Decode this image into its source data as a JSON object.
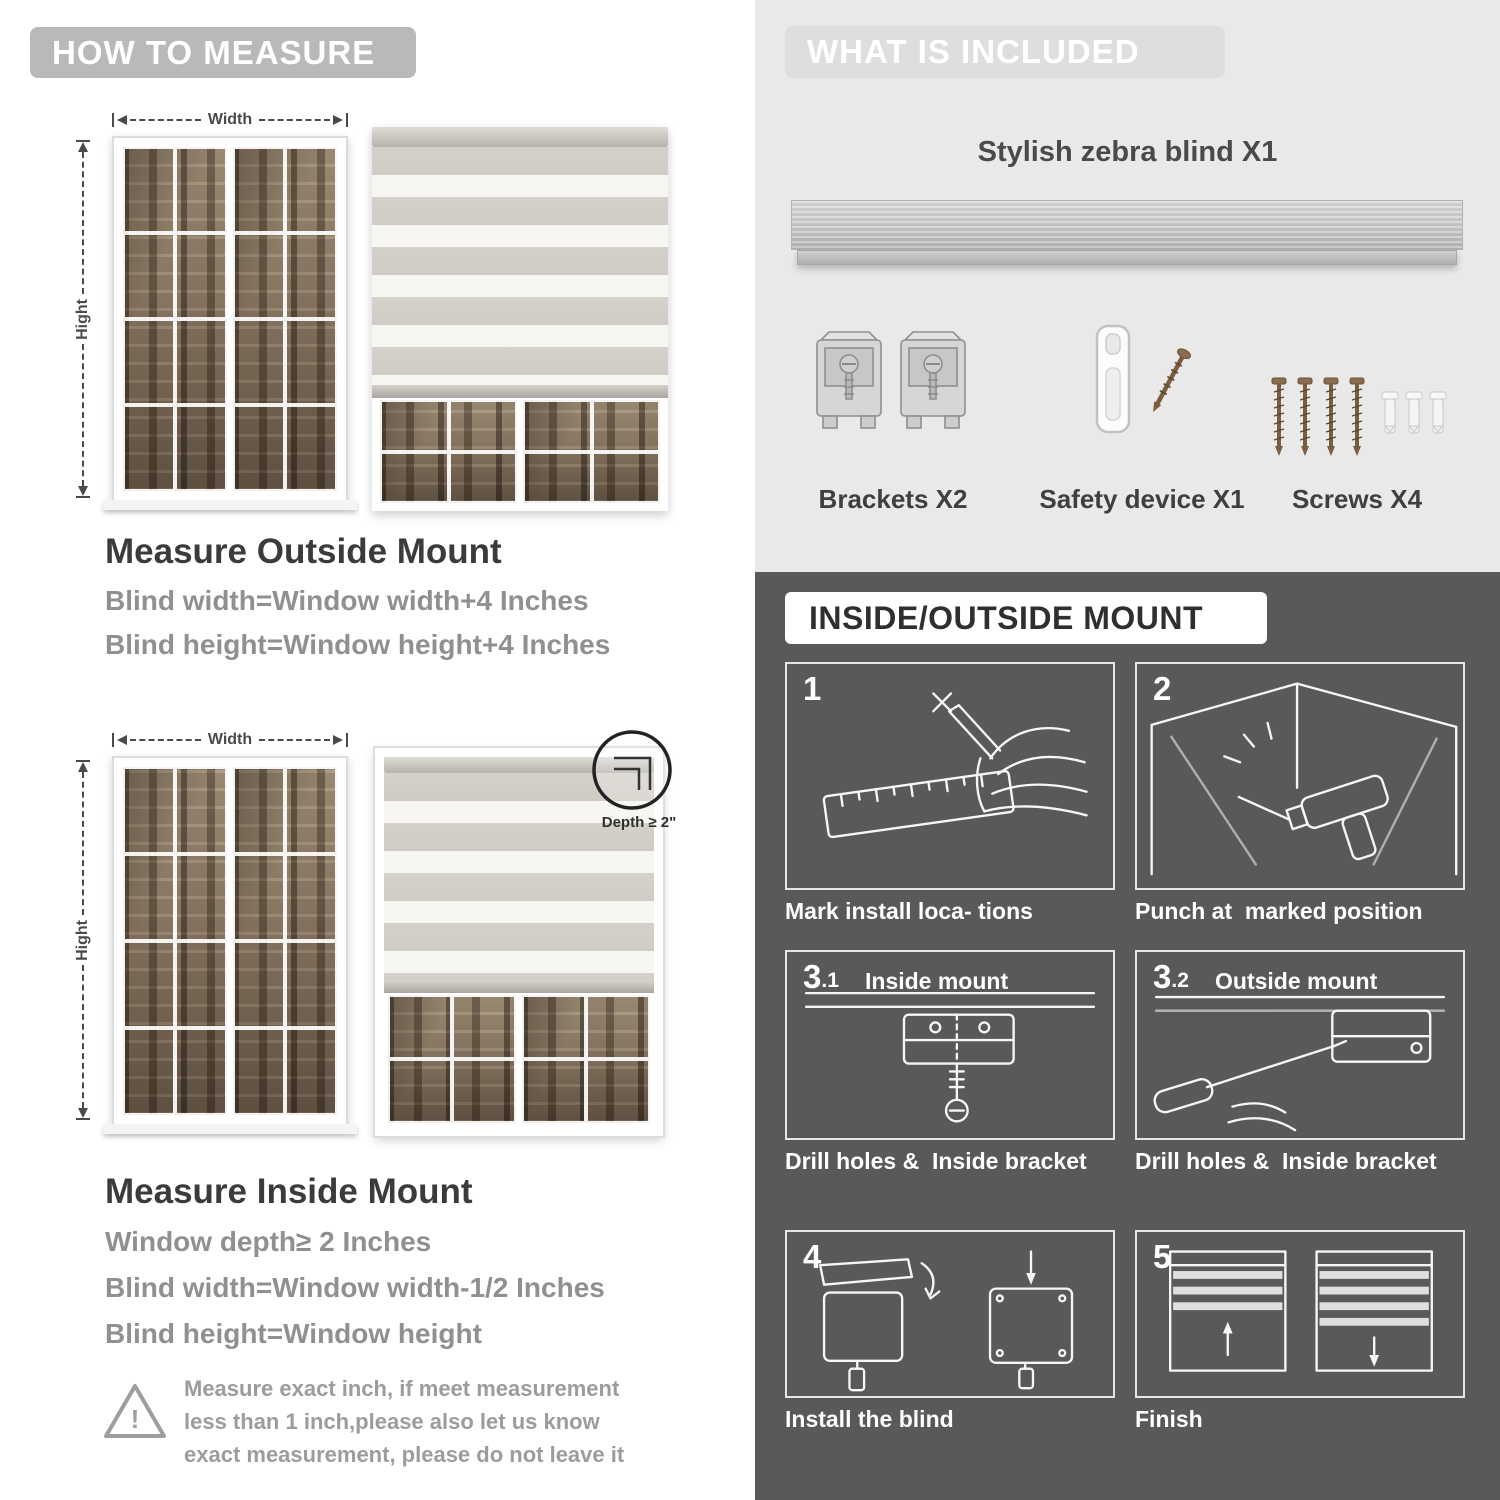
{
  "palette": {
    "header_gray": "#b9b9b9",
    "panel_light": "#e9e9e9",
    "panel_dark": "#595959",
    "text_dark": "#3b3b3b",
    "text_gray": "#909090"
  },
  "measure": {
    "header": "HOW TO MEASURE",
    "outside": {
      "width_label": "Width",
      "height_label": "Hight",
      "title": "Measure Outside Mount",
      "lines": [
        "Blind width=Window width+4 Inches",
        "Blind height=Window height+4 Inches"
      ]
    },
    "inside": {
      "width_label": "Width",
      "height_label": "Hight",
      "depth_label": "Depth ≥ 2\"",
      "title": "Measure Inside Mount",
      "lines": [
        "Window depth≥ 2 Inches",
        "Blind width=Window width-1/2 Inches",
        "Blind height=Window height"
      ]
    },
    "warning": {
      "icon": "!",
      "text": "Measure exact inch, if meet measurement less than 1 inch,please also let us know exact measurement, please do not leave it"
    }
  },
  "included": {
    "header": "WHAT IS INCLUDED",
    "blind_label": "Stylish zebra blind X1",
    "items": [
      {
        "icon": "brackets-icon",
        "label": "Brackets X2"
      },
      {
        "icon": "safety-device-icon",
        "label": "Safety device X1"
      },
      {
        "icon": "screws-icon",
        "label": "Screws X4"
      }
    ]
  },
  "mount": {
    "header": "INSIDE/OUTSIDE MOUNT",
    "steps": [
      {
        "num": "1",
        "caption": "Mark install loca- tions"
      },
      {
        "num": "2",
        "caption": "Punch at  marked position"
      },
      {
        "num": "3",
        "sub": ".1",
        "label": "Inside mount",
        "caption": "Drill holes &  Inside bracket"
      },
      {
        "num": "3",
        "sub": ".2",
        "label": "Outside mount",
        "caption": "Drill holes &  Inside bracket"
      },
      {
        "num": "4",
        "caption": "Install the blind"
      },
      {
        "num": "5",
        "caption": "Finish"
      }
    ]
  }
}
